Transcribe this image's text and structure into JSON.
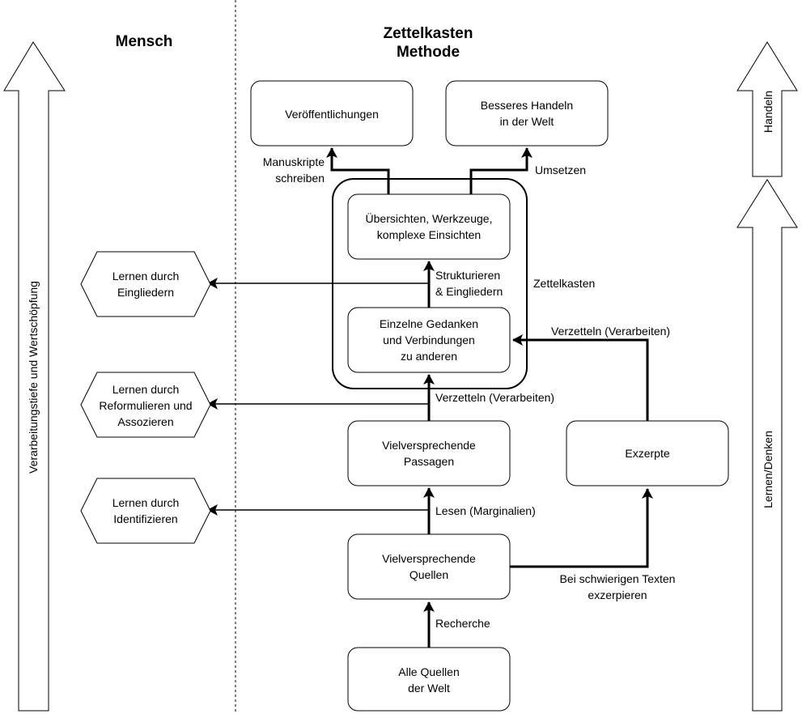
{
  "headers": {
    "mensch": "Mensch",
    "zk_line1": "Zettelkasten",
    "zk_line2": "Methode"
  },
  "side_arrows": {
    "left": "Verarbeitungstiefe und Wertschöpfung",
    "right_top": "Handeln",
    "right_bottom": "Lernen/Denken"
  },
  "boxes": {
    "publications": [
      "Veröffentlichungen"
    ],
    "action": [
      "Besseres Handeln",
      "in der Welt"
    ],
    "overview": [
      "Übersichten, Werkzeuge,",
      "komplexe Einsichten"
    ],
    "thoughts": [
      "Einzelne Gedanken",
      "und Verbindungen",
      "zu anderen"
    ],
    "passages": [
      "Vielversprechende",
      "Passagen"
    ],
    "excerpts": [
      "Exzerpte"
    ],
    "sources": [
      "Vielversprechende",
      "Quellen"
    ],
    "all_sources": [
      "Alle Quellen",
      "der Welt"
    ]
  },
  "container_label": "Zettelkasten",
  "learning": {
    "integrate": [
      "Lernen durch",
      "Eingliedern"
    ],
    "reformulate": [
      "Lernen durch",
      "Reformulieren und",
      "Assozieren"
    ],
    "identify": [
      "Lernen durch",
      "Identifizieren"
    ]
  },
  "edge_labels": {
    "manuscripts": [
      "Manuskripte",
      "schreiben"
    ],
    "implement": [
      "Umsetzen"
    ],
    "structure": [
      "Strukturieren",
      "& Eingliedern"
    ],
    "verzetteln_right": [
      "Verzetteln (Verarbeiten)"
    ],
    "verzetteln_mid": [
      "Verzetteln (Verarbeiten)"
    ],
    "reading": [
      "Lesen (Marginalien)"
    ],
    "difficult": [
      "Bei schwierigen Texten",
      "exzerpieren"
    ],
    "research": [
      "Recherche"
    ]
  }
}
